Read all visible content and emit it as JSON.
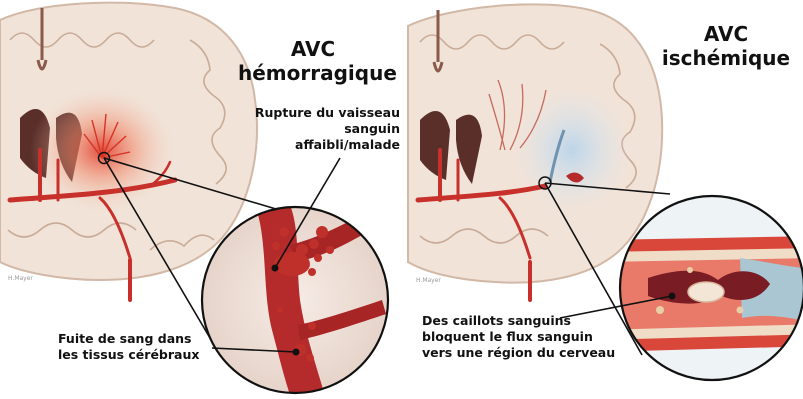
{
  "left_panel": {
    "title_line1": "AVC",
    "title_line2": "hémorragique",
    "rupture_line1": "Rupture du vaisseau",
    "rupture_line2": "sanguin",
    "rupture_line3": "affaibli/malade",
    "leak_line1": "Fuite de sang dans",
    "leak_line2": "les tissus cérébraux",
    "credit": "H.Mayer"
  },
  "right_panel": {
    "title_line1": "AVC",
    "title_line2": "ischémique",
    "clot_line1": "Des caillots sanguins",
    "clot_line2": "bloquent le flux sanguin",
    "clot_line3": "vers une région du cerveau",
    "credit": "H.Mayer"
  },
  "colors": {
    "brain_tissue": "#f1e3d8",
    "gyri_outline": "#c9ab98",
    "artery": "#c8312b",
    "hemorrhage": "#e03a2a",
    "ischemia_halo": "#b9d4ea",
    "clot": "#7a1c24"
  }
}
